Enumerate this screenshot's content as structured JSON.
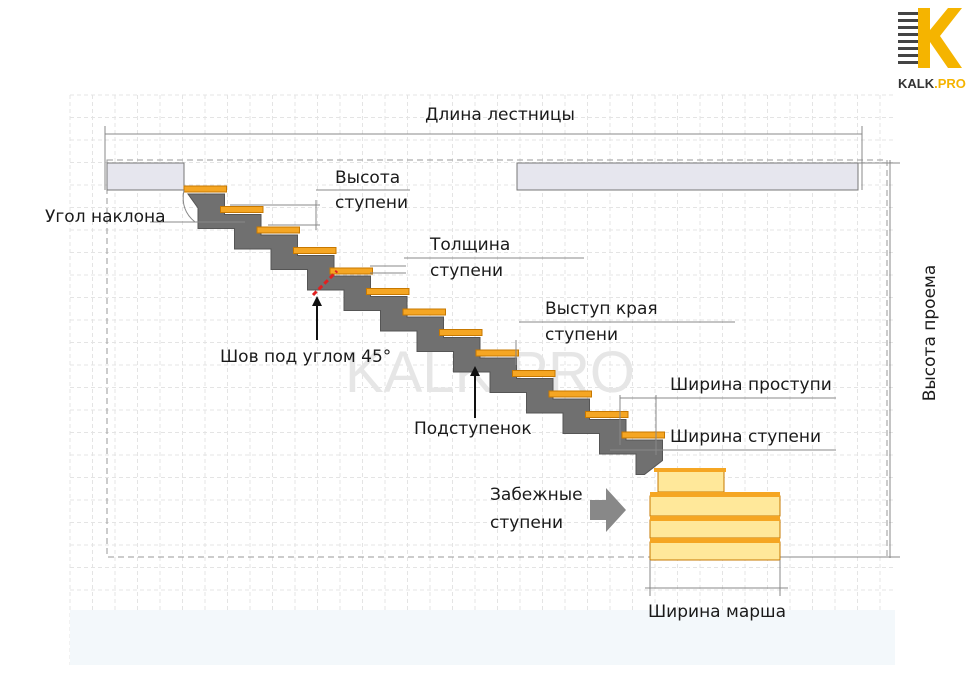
{
  "logo": {
    "text_main": "KALK",
    "text_accent": ".PRO",
    "colors": {
      "bars": "#444444",
      "k": "#f5b400",
      "text": "#333333",
      "accent": "#f5b400"
    }
  },
  "watermark": {
    "text": "KALK.PRO"
  },
  "labels": {
    "stair_length": "Длина лестницы",
    "step_height_1": "Высота",
    "step_height_2": "ступени",
    "slope_angle": "Угол наклона",
    "tread_thickness_1": "Толщина",
    "tread_thickness_2": "ступени",
    "seam": "Шов под углом 45°",
    "nosing_1": "Выступ края",
    "nosing_2": "ступени",
    "riser": "Подступенок",
    "going_width": "Ширина проступи",
    "tread_width": "Ширина ступени",
    "winder_1": "Забежные",
    "winder_2": "ступени",
    "flight_width": "Ширина марша",
    "opening_height": "Высота проема"
  },
  "colors": {
    "tread": "#f5a623",
    "tread_edge": "#c77800",
    "stringer": "#707070",
    "winder_fill": "#ffe89a",
    "slab_fill": "#e6e6ee",
    "seam": "#e02020",
    "arrow": "#888888",
    "dim_line": "#888888",
    "grid": "#e4e4e4"
  }
}
